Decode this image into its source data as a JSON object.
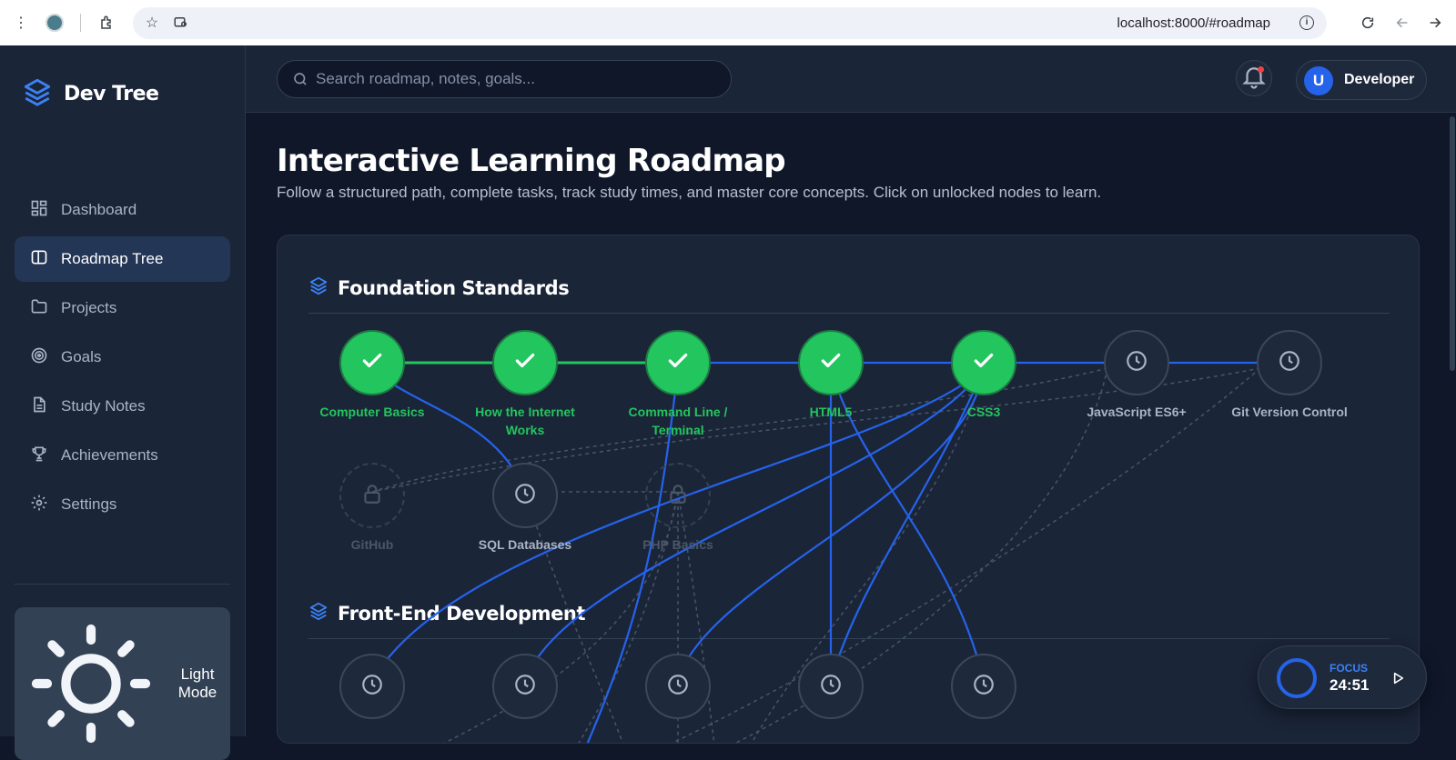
{
  "browser": {
    "url": "localhost:8000/#roadmap"
  },
  "sidebar": {
    "brand": "Dev Tree",
    "items": [
      {
        "label": "Dashboard",
        "icon": "grid-icon"
      },
      {
        "label": "Roadmap Tree",
        "icon": "book-icon",
        "active": true
      },
      {
        "label": "Projects",
        "icon": "folder-icon"
      },
      {
        "label": "Goals",
        "icon": "target-icon"
      },
      {
        "label": "Study Notes",
        "icon": "file-icon"
      },
      {
        "label": "Achievements",
        "icon": "trophy-icon"
      },
      {
        "label": "Settings",
        "icon": "gear-icon"
      }
    ],
    "theme_toggle": "Light Mode"
  },
  "topbar": {
    "search_placeholder": "Search roadmap, notes, goals...",
    "user_initial": "U",
    "user_name": "Developer"
  },
  "main": {
    "title": "Interactive Learning Roadmap",
    "subtitle": "Follow a structured path, complete tasks, track study times, and master core concepts. Click on unlocked nodes to learn."
  },
  "roadmap": {
    "sections": [
      {
        "title": "Foundation Standards"
      },
      {
        "title": "Front-End Development"
      }
    ],
    "nodes": [
      {
        "label": "Computer Basics",
        "status": "done"
      },
      {
        "label": "How the Internet Works",
        "status": "done"
      },
      {
        "label": "Command Line / Terminal",
        "status": "done"
      },
      {
        "label": "HTML5",
        "status": "done"
      },
      {
        "label": "CSS3",
        "status": "done"
      },
      {
        "label": "JavaScript ES6+",
        "status": "open"
      },
      {
        "label": "Git Version Control",
        "status": "open"
      },
      {
        "label": "GitHub",
        "status": "locked"
      },
      {
        "label": "SQL Databases",
        "status": "open"
      },
      {
        "label": "PHP Basics",
        "status": "locked"
      },
      {
        "label": "",
        "status": "open"
      },
      {
        "label": "",
        "status": "open"
      },
      {
        "label": "",
        "status": "open"
      },
      {
        "label": "",
        "status": "open"
      },
      {
        "label": "",
        "status": "open"
      }
    ]
  },
  "focus_timer": {
    "label": "FOCUS",
    "time": "24:51"
  },
  "colors": {
    "accent": "#2563eb",
    "done": "#22c55e",
    "background": "#0f1729",
    "panel": "#1b2538"
  }
}
